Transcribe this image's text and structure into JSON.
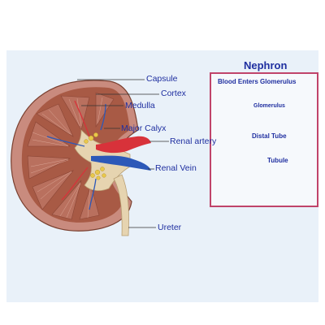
{
  "kidney_labels": {
    "capsule": "Capsule",
    "cortex": "Cortex",
    "medulla": "Medulla",
    "major_calyx": "Major Calyx",
    "renal_artery": "Renal artery",
    "renal_vein": "Renal Vein",
    "ureter": "Ureter"
  },
  "nephron": {
    "title": "Nephron",
    "blood_enters": "Blood Enters Glomerulus",
    "glomerulus": "Glomerulus",
    "distal_tube": "Distal Tube",
    "tubule": "Tubule"
  },
  "colors": {
    "label_text": "#1f2fa0",
    "capsule": "#c98b7e",
    "cortex": "#a85a45",
    "medulla": "#b9705e",
    "pelvis": "#e6d4b0",
    "artery": "#d8323a",
    "vein": "#2c58b8",
    "fat": "#e9c84a",
    "nephron_border": "#c0446a",
    "tubule": "#8a3a6a"
  }
}
